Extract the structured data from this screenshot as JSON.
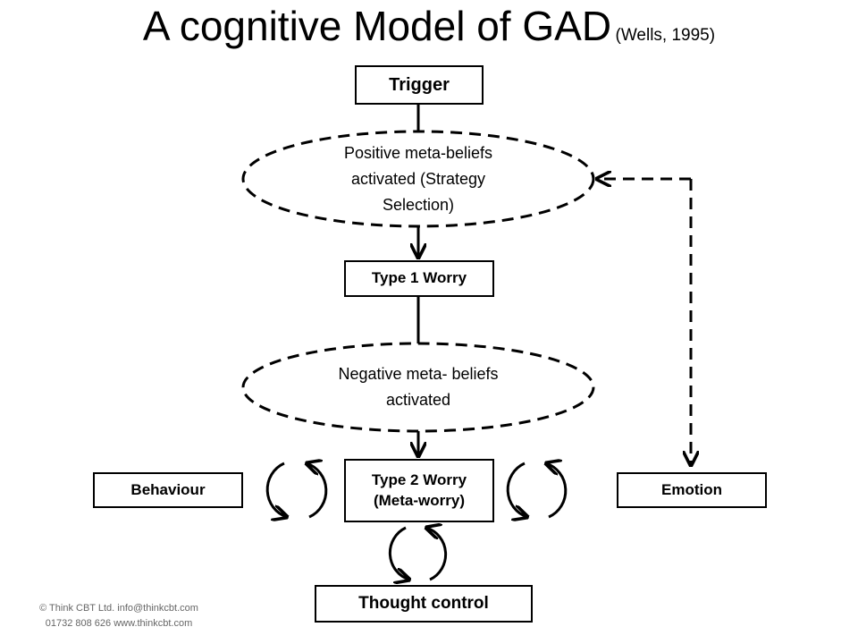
{
  "title": {
    "main": "A cognitive Model of GAD",
    "citation": "(Wells, 1995)"
  },
  "nodes": {
    "trigger": "Trigger",
    "positive_meta_beliefs": "Positive meta-beliefs activated (Strategy Selection)",
    "type1_worry": "Type 1 Worry",
    "negative_meta_beliefs": "Negative meta- beliefs activated",
    "type2_worry_line1": "Type 2 Worry",
    "type2_worry_line2": "(Meta-worry)",
    "behaviour": "Behaviour",
    "emotion": "Emotion",
    "thought_control": "Thought control"
  },
  "footer": {
    "line1": "© Think CBT Ltd. info@thinkcbt.com",
    "line2": "01732 808 626 www.thinkcbt.com"
  }
}
